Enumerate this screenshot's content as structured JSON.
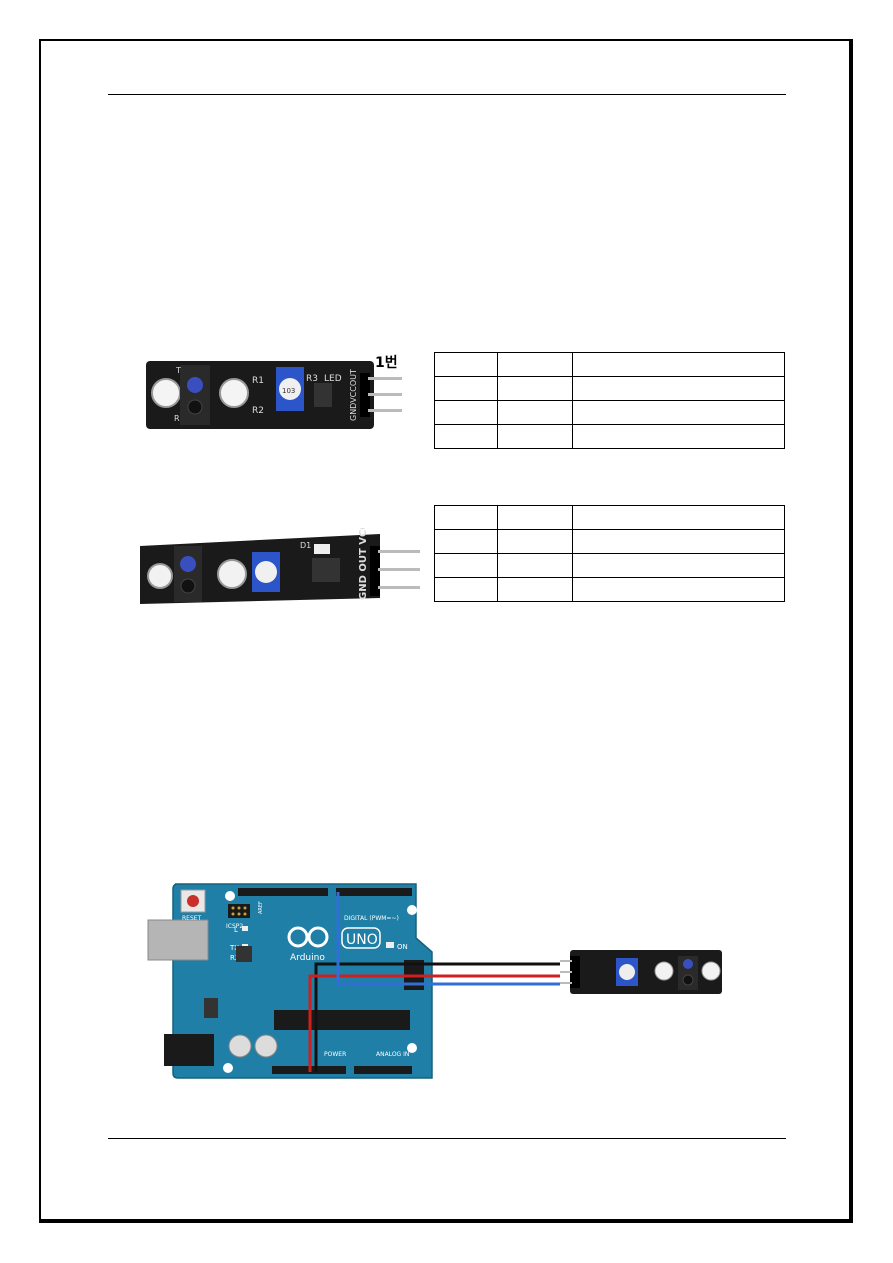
{
  "sensor_top": {
    "pin_label": "1번",
    "board_labels": {
      "t": "T",
      "r": "R",
      "r1": "R1",
      "r2": "R2",
      "r3": "R3",
      "led": "LED",
      "pins": "GNDVCCOUT",
      "pot": "103"
    },
    "table_rows": [
      [
        "",
        "",
        ""
      ],
      [
        "",
        "",
        ""
      ],
      [
        "",
        "",
        ""
      ],
      [
        "",
        "",
        ""
      ]
    ]
  },
  "sensor_mid": {
    "board_labels": {
      "pins": "GND OUT VCC",
      "d1": "D1"
    },
    "table_rows": [
      [
        "",
        "",
        ""
      ],
      [
        "",
        "",
        ""
      ],
      [
        "",
        "",
        ""
      ],
      [
        "",
        "",
        ""
      ]
    ]
  },
  "arduino": {
    "board_labels": {
      "reset": "RESET",
      "icsp": "ICSP2",
      "l": "L",
      "tx": "TX",
      "rx": "RX",
      "logo": "Arduino",
      "model": "UNO",
      "on": "ON",
      "digital": "DIGITAL (PWM=~)",
      "power": "POWER",
      "analog": "ANALOG IN",
      "aref": "AREF"
    }
  },
  "colors": {
    "board": "#1f7fa6",
    "wire_black": "#111111",
    "wire_red": "#d01f1f",
    "wire_blue": "#2f6fd6",
    "sensor_pcb": "#1a1a1a"
  }
}
